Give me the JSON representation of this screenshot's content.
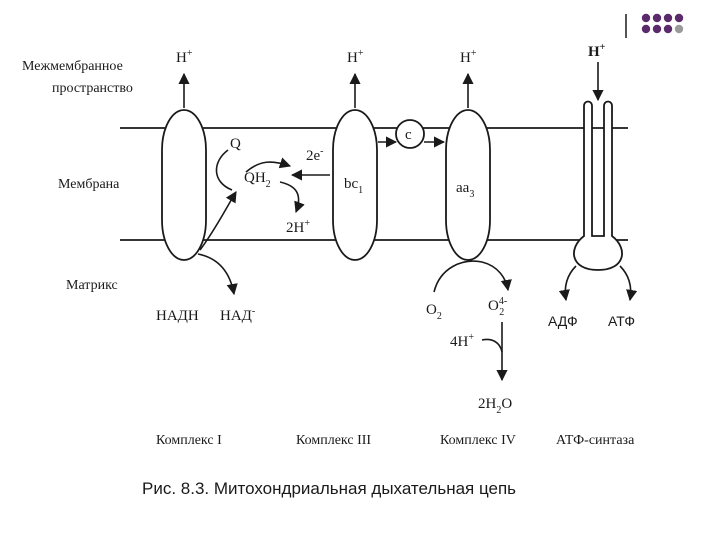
{
  "labels": {
    "intermembrane_line1": "Межмембранное",
    "intermembrane_line2": "пространство",
    "membrane": "Мембрана",
    "matrix": "Матрикс"
  },
  "complex1": {
    "h_top": "H",
    "h_sup": "+",
    "q": "Q",
    "qh": "QH",
    "qh_sub": "2",
    "two_h": "2H",
    "two_h_sup": "+",
    "nadh": "НАДН",
    "nad": "НАД",
    "nad_sup": "-",
    "name": "Комплекс I"
  },
  "complex3": {
    "h_top": "H",
    "h_sup": "+",
    "two_e": "2e",
    "two_e_sup": "-",
    "bc": "bc",
    "bc_sub": "1",
    "name": "Комплекс III"
  },
  "cytochrome_c": {
    "label": "c"
  },
  "complex4": {
    "h_top": "H",
    "h_sup": "+",
    "aa": "aa",
    "aa_sub": "3",
    "o2": "O",
    "o2_sub": "2",
    "o4": "O",
    "o4_sup": "4-",
    "o4_sub": "2",
    "four_h": "4H",
    "four_h_sup": "+",
    "water": "2H",
    "water_sub": "2",
    "water_o": "O",
    "name": "Комплекс IV"
  },
  "atp_synthase": {
    "h_top": "H",
    "h_sup": "+",
    "adp": "АДФ",
    "atp": "АТФ",
    "name": "АТФ-синтаза"
  },
  "caption": "Рис. 8.3. Митохондриальная дыхательная цепь",
  "corner_decor": {
    "dot_colors": [
      "#5a2a6b",
      "#5a2a6b",
      "#5a2a6b",
      "#5a2a6b",
      "#5a2a6b",
      "#5a2a6b",
      "#5a2a6b",
      "#9a9a9a"
    ]
  }
}
